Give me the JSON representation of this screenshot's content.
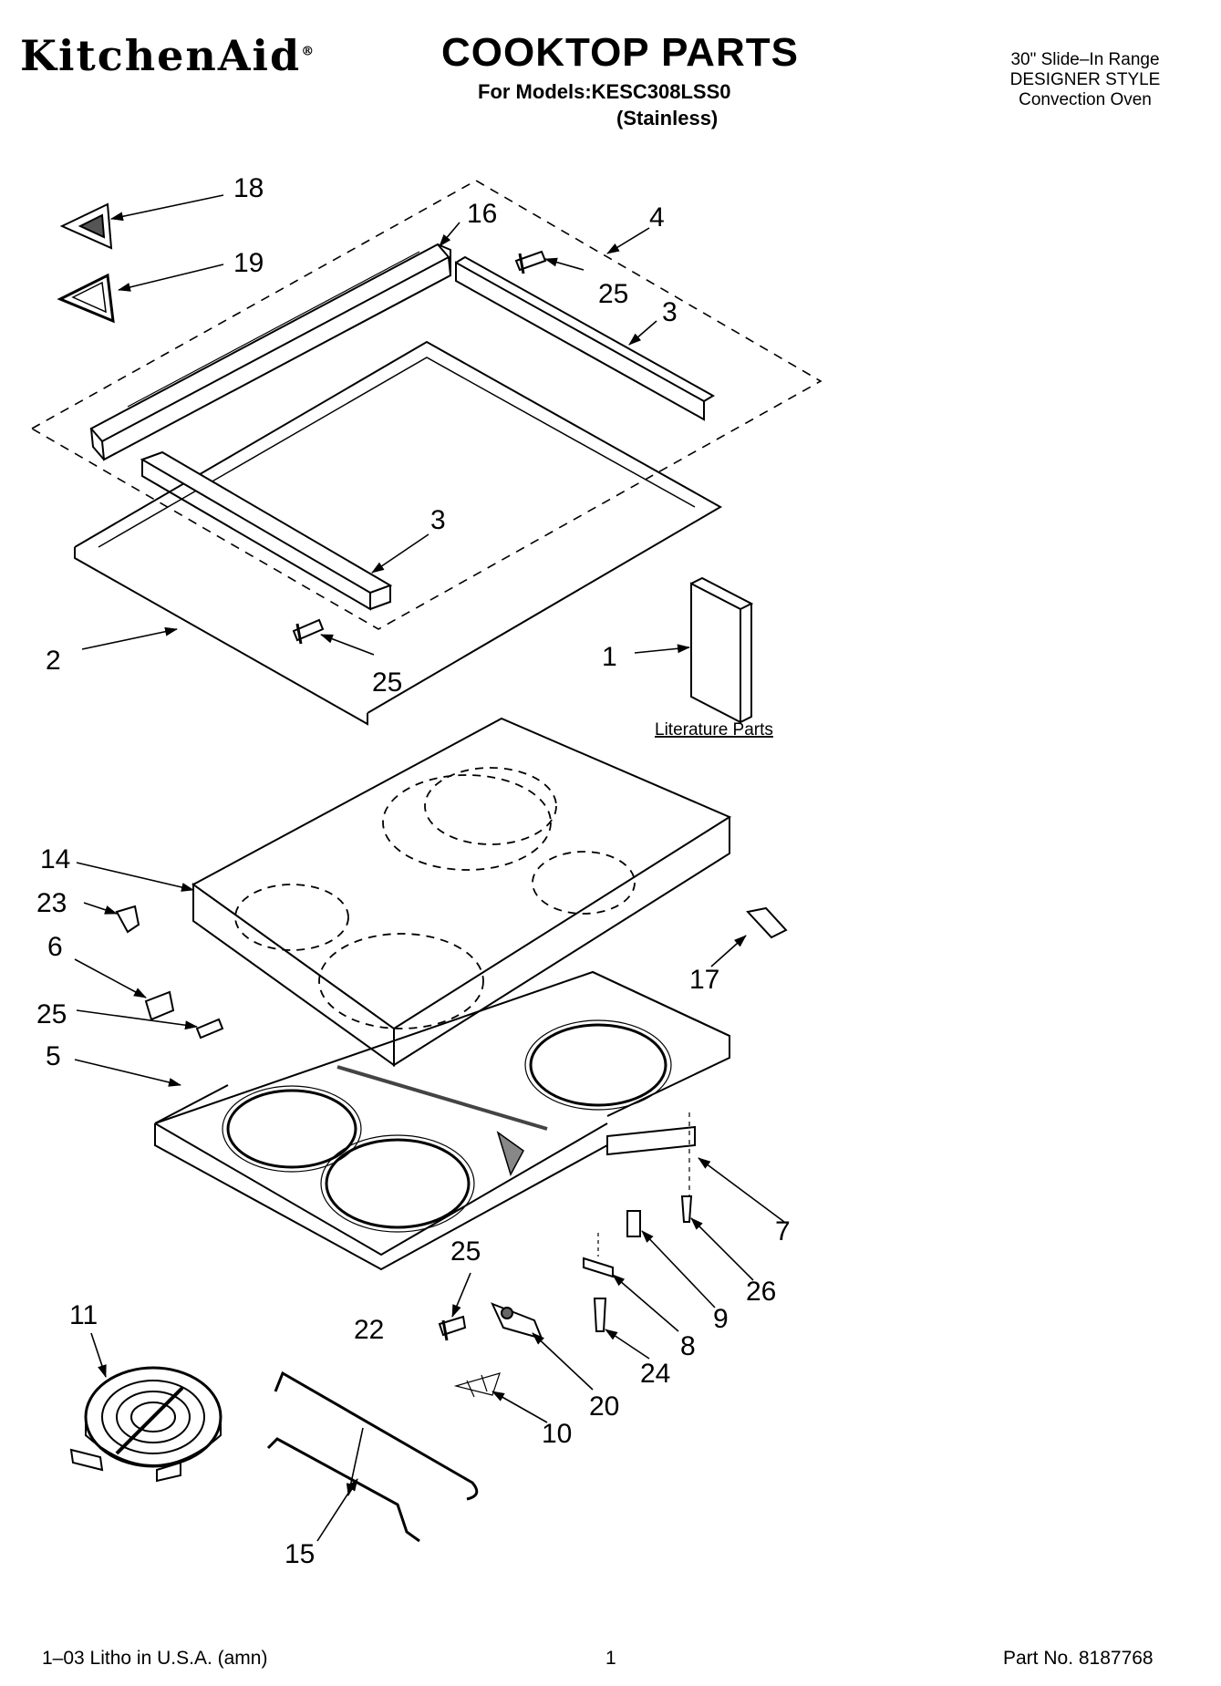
{
  "header": {
    "brand": "KitchenAid",
    "brand_mark": "®",
    "title": "COOKTOP PARTS",
    "models_line": "For Models:KESC308LSS0",
    "variant": "(Stainless)",
    "product_lines": [
      "30\" Slide–In Range",
      "DESIGNER STYLE",
      "Convection Oven"
    ]
  },
  "labels": {
    "l18": "18",
    "l16": "16",
    "l4": "4",
    "l19": "19",
    "l25a": "25",
    "l3a": "3",
    "l3b": "3",
    "l2": "2",
    "l25b": "25",
    "l1": "1",
    "literature": "Literature Parts",
    "l14": "14",
    "l23": "23",
    "l6": "6",
    "l25c": "25",
    "l5": "5",
    "l17": "17",
    "l7": "7",
    "l26": "26",
    "l9": "9",
    "l8": "8",
    "l25d": "25",
    "l24": "24",
    "l20": "20",
    "l10": "10",
    "l11": "11",
    "l22": "22",
    "l15": "15"
  },
  "footer": {
    "litho": "1–03 Litho in U.S.A. (amn)",
    "page": "1",
    "part_no": "Part No. 8187768"
  }
}
